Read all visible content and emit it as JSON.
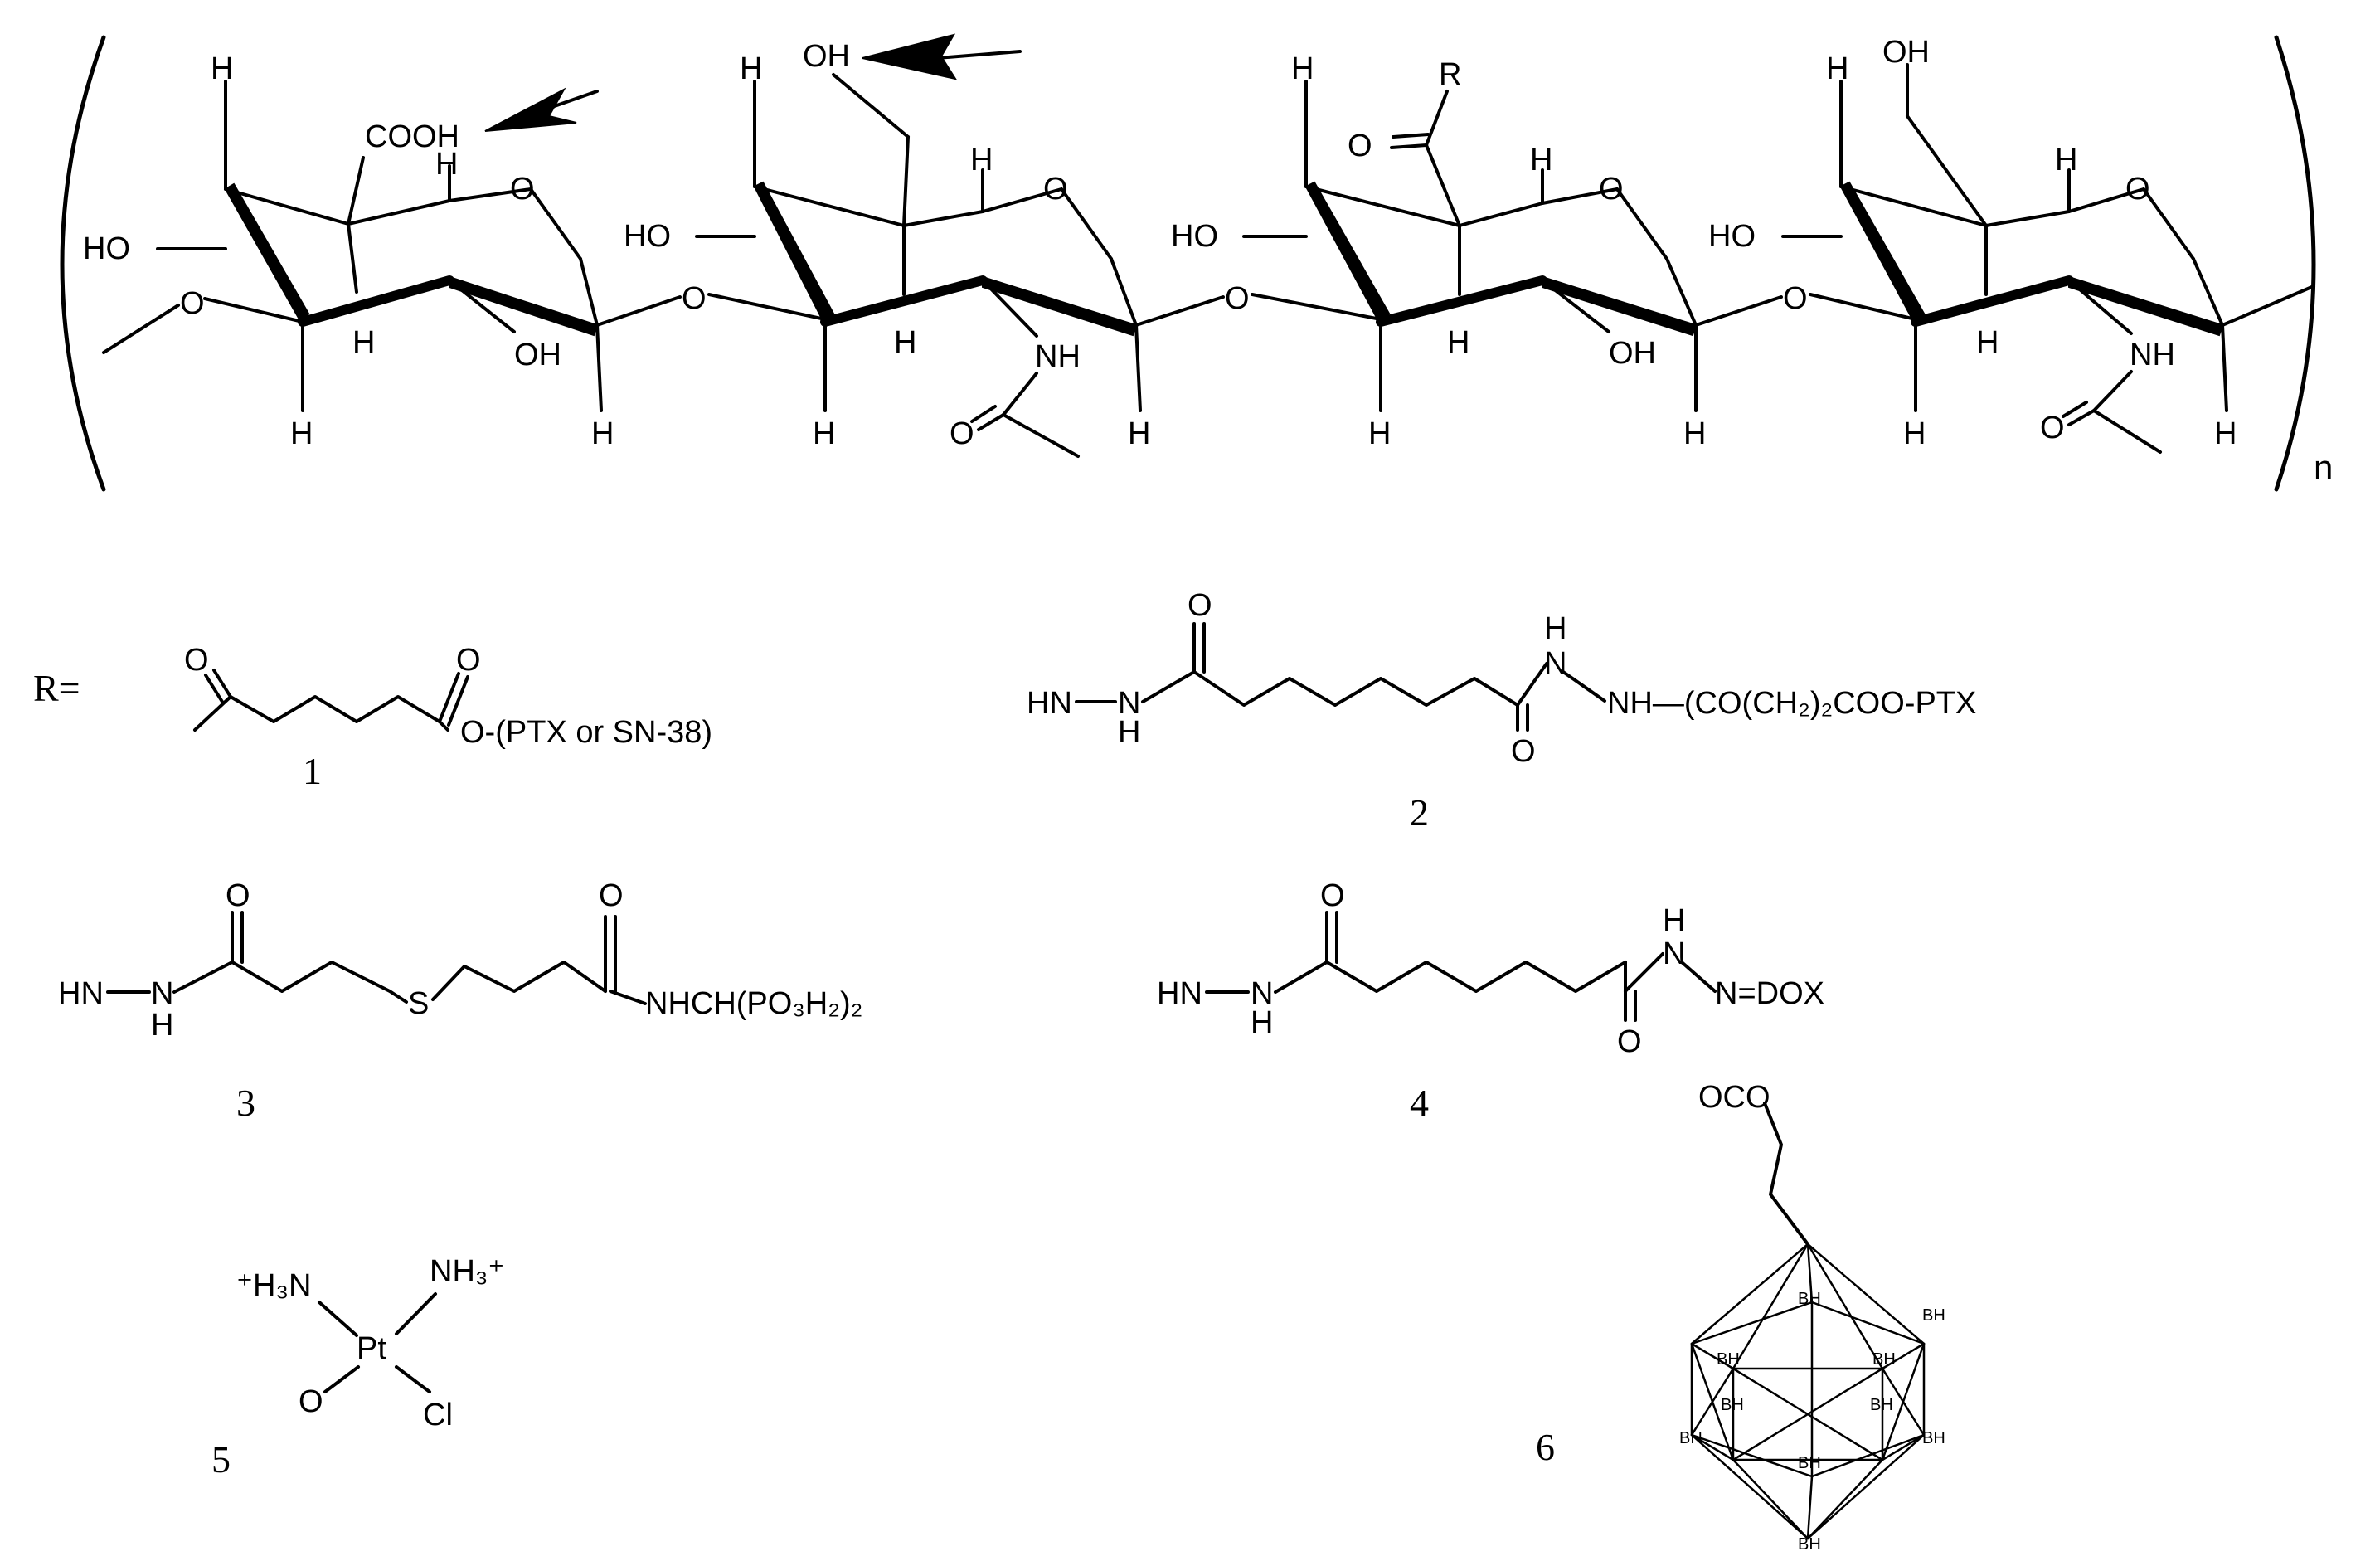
{
  "polymer": {
    "repeat_subscript": "n",
    "unit1": {
      "acid": "COOH",
      "h_top": "H",
      "h_ring": "H",
      "h_bottom": "H",
      "h_mid": "H",
      "h_anomeric": "H",
      "ho": "HO",
      "oh": "OH",
      "ring_o": "O",
      "glyco_o": "O"
    },
    "unit2": {
      "ch2oh": "OH",
      "h_top": "H",
      "h_ring": "H",
      "h_mid": "H",
      "h_bottom": "H",
      "h_anomeric": "H",
      "ho": "HO",
      "ring_o": "O",
      "glyco_o": "O",
      "nh": "NH",
      "carbonyl_o": "O"
    },
    "unit3": {
      "r_group": "R",
      "carbonyl_o": "O",
      "h_top": "H",
      "h_ring": "H",
      "h_mid": "H",
      "h_bottom": "H",
      "h_anomeric": "H",
      "ho": "HO",
      "oh": "OH",
      "ring_o": "O",
      "glyco_o": "O"
    },
    "unit4": {
      "ch2oh": "OH",
      "h_top": "H",
      "h_ring": "H",
      "h_mid": "H",
      "h_bottom": "H",
      "h_anomeric": "H",
      "ho": "HO",
      "ring_o": "O",
      "nh": "NH",
      "carbonyl_o": "O"
    }
  },
  "r_definition": "R=",
  "structures": {
    "s1": {
      "number": "1",
      "ketone_o": "O",
      "ester_o": "O",
      "tail": "O-(PTX or SN-38)"
    },
    "s2": {
      "number": "2",
      "hn": "HN",
      "n": "N",
      "h": "H",
      "o_top": "O",
      "nh_h": "H",
      "n2": "N",
      "o_bottom": "O",
      "tail": "NH—(CO(CH₂)₂COO-PTX"
    },
    "s3": {
      "number": "3",
      "hn": "HN",
      "n": "N",
      "h": "H",
      "o_left": "O",
      "s": "S",
      "o_right": "O",
      "tail": "NHCH(PO₃H₂)₂"
    },
    "s4": {
      "number": "4",
      "hn": "HN",
      "n": "N",
      "h": "H",
      "o_top": "O",
      "nh_h": "H",
      "n2": "N",
      "o_bottom": "O",
      "tail": "N=DOX"
    },
    "s5": {
      "number": "5",
      "left_amine": "⁺H₃N",
      "right_amine": "NH₃⁺",
      "metal": "Pt",
      "o": "O",
      "cl": "Cl"
    },
    "s6": {
      "number": "6",
      "linker": "OCO",
      "bh": "BH"
    }
  },
  "arrows": {
    "acid_arrow": "points-to-COOH",
    "hydroxyl_arrow": "points-to-OH"
  }
}
